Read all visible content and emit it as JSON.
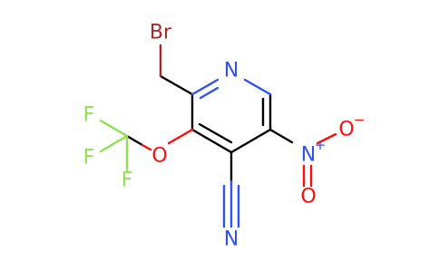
{
  "molecule": {
    "atoms": {
      "br": "Br",
      "n_ring": "N",
      "o_ether": "O",
      "f1": "F",
      "f2": "F",
      "f3": "F",
      "n_nitro": "N",
      "n_nitro_charge": "+",
      "o_nitro_top": "O",
      "o_nitro_top_charge": "−",
      "o_nitro_bottom": "O",
      "n_nitrile": "N"
    }
  },
  "colors": {
    "bond": "#000000",
    "nitrogen": "#3050F8",
    "oxygen": "#FF0D0D",
    "fluorine": "#90E050",
    "bromine": "#A62929"
  }
}
